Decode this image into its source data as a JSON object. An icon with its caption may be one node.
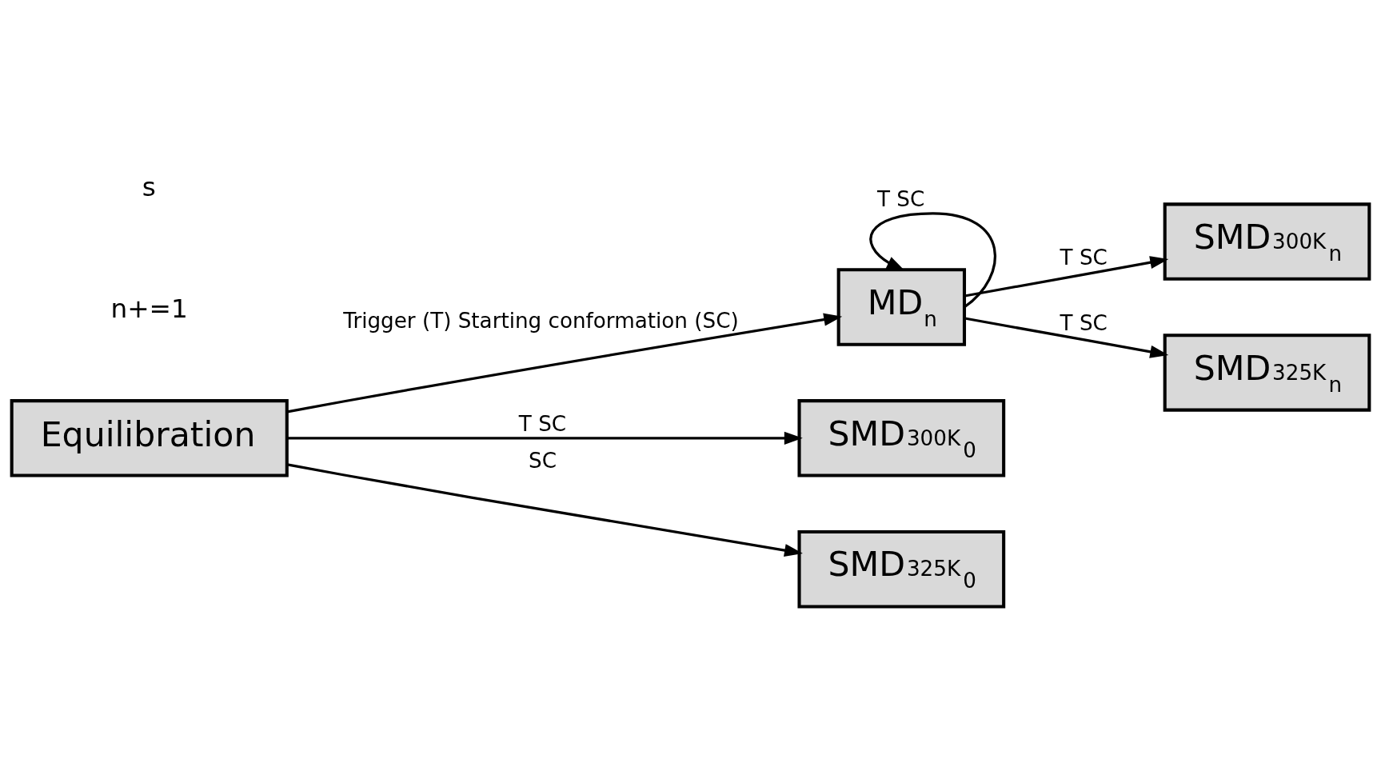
{
  "diagram": {
    "nodes": [
      {
        "text": [
          "Equilibration"
        ]
      },
      {
        "text": [
          "MD$_{n}$"
        ]
      },
      {
        "text": [
          "SMD$^{300K}$$_{0}$"
        ]
      },
      {
        "text": [
          "SMD$^{300K}$$_{n}$"
        ]
      },
      {
        "text": [
          "SMD$^{325K}$$_{0}$"
        ]
      },
      {
        "text": [
          "SMD$^{325K}$$_{n}$"
        ]
      }
    ],
    "edges": [
      {
        "from": 0,
        "to": 1,
        "arrow": "to",
        "label": "Trigger (T) Starting conformation (SC)"
      },
      {
        "from": 1,
        "to": 1,
        "arrow": "to",
        "label": "T SC"
      },
      {
        "from": 0,
        "to": 2,
        "arrow": "to",
        "label": "T SC"
      },
      {
        "from": 1,
        "to": 3,
        "arrow": "to",
        "label": "T SC"
      },
      {
        "from": 0,
        "to": 4,
        "arrow": "to",
        "label": "SC"
      },
      {
        "from": 1,
        "to": 5,
        "arrow": "to",
        "label": "T SC"
      }
    ],
    "labels": [
      "n+=1",
      "s"
    ]
  }
}
